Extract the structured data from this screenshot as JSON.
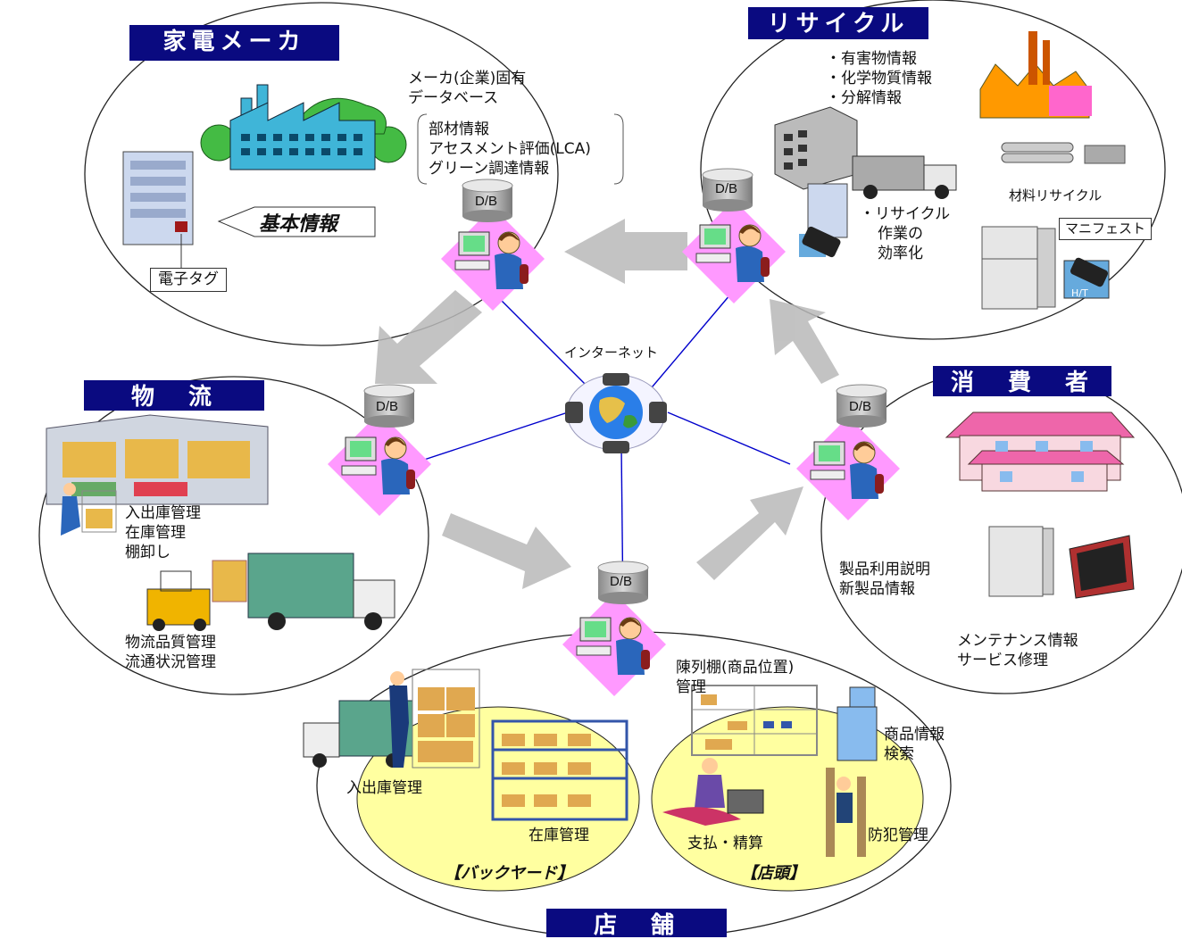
{
  "sections": {
    "maker": {
      "title": "家電メーカ",
      "db_title": "メーカ(企業)固有",
      "db_subtitle": "データベース",
      "details": [
        "部材情報",
        "アセスメント評価(LCA)",
        "グリーン調達情報"
      ],
      "basic_info": "基本情報",
      "tag": "電子タグ"
    },
    "recycle": {
      "title": "リサイクル",
      "info": [
        "・有害物情報",
        "・化学物質情報",
        "・分解情報"
      ],
      "material": "材料リサイクル",
      "work": [
        "・リサイクル",
        "作業の",
        "効率化"
      ],
      "manifest": "マニフェスト",
      "hvt": "H/T"
    },
    "logistics": {
      "title": "物　流",
      "items1": [
        "入出庫管理",
        "在庫管理",
        "棚卸し"
      ],
      "items2": [
        "物流品質管理",
        "流通状況管理"
      ]
    },
    "consumer": {
      "title": "消　費　者",
      "items1": [
        "製品利用説明",
        "新製品情報"
      ],
      "items2": [
        "メンテナンス情報",
        "サービス修理"
      ]
    },
    "store": {
      "title": "店　舗",
      "backyard": "【バックヤード】",
      "front": "【店頭】",
      "inout": "入出庫管理",
      "stock": "在庫管理",
      "shelf": [
        "陳列棚(商品位置)",
        "管理"
      ],
      "search": [
        "商品情報",
        "検索"
      ],
      "payment": "支払・精算",
      "security": "防犯管理"
    }
  },
  "center": {
    "label": "インターネット"
  },
  "db_label": "D/B",
  "colors": {
    "banner": "#0a0a80",
    "diamond": "#ff99ff",
    "yellow": "#ffffa0",
    "link": "#0000cc",
    "arrow": "#b0b0b0"
  }
}
